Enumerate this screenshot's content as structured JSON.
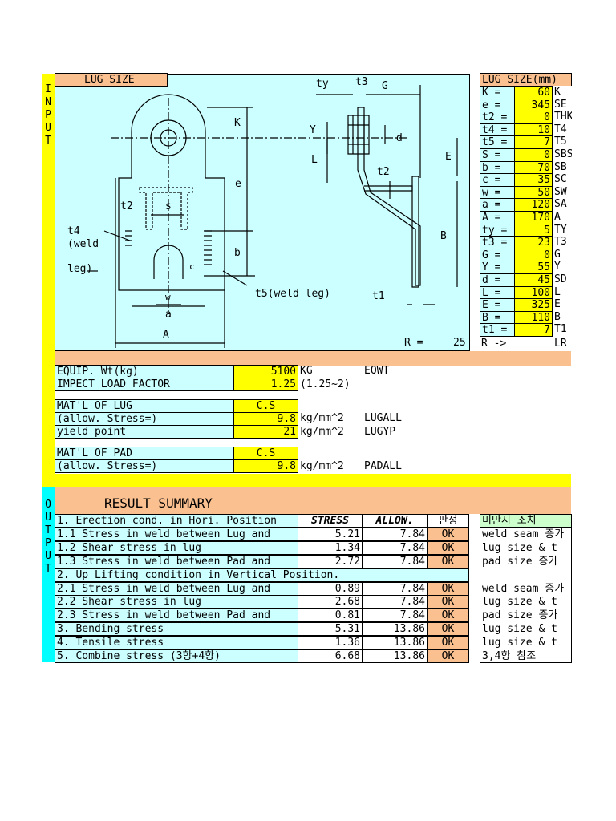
{
  "input_label": "INPUT",
  "output_label": "OUTPUT",
  "lug_size_title": "LUG SIZE",
  "lug_size_mm_title": "LUG SIZE(mm)",
  "diagram": {
    "ty": "ty",
    "t3": "t3",
    "G": "G",
    "K": "K",
    "Y": "Y",
    "d": "d",
    "L": "L",
    "E": "E",
    "t2_side": "t2",
    "e": "e",
    "t2": "t2",
    "s": "s",
    "t4": "t4",
    "weld": "(weld",
    "leg": "leg)",
    "c": "c",
    "b": "b",
    "B": "B",
    "t5": "t5(weld leg)",
    "t1": "t1",
    "w": "w",
    "a": "a",
    "A": "A"
  },
  "r_label": "R =",
  "r_value": "25",
  "lug_params": [
    {
      "k": "K",
      "v": "60",
      "code": "K"
    },
    {
      "k": "e",
      "v": "345",
      "code": "SE"
    },
    {
      "k": "t2",
      "v": "0",
      "code": "THK"
    },
    {
      "k": "t4",
      "v": "10",
      "code": "T4"
    },
    {
      "k": "t5",
      "v": "7",
      "code": "T5"
    },
    {
      "k": "S",
      "v": "0",
      "code": "SBS"
    },
    {
      "k": "b",
      "v": "70",
      "code": "SB"
    },
    {
      "k": "c",
      "v": "35",
      "code": "SC"
    },
    {
      "k": "w",
      "v": "50",
      "code": "SW"
    },
    {
      "k": "a",
      "v": "120",
      "code": "SA"
    },
    {
      "k": "A",
      "v": "170",
      "code": "A"
    },
    {
      "k": "ty",
      "v": "5",
      "code": "TY"
    },
    {
      "k": "t3",
      "v": "23",
      "code": "T3"
    },
    {
      "k": "G",
      "v": "0",
      "code": "G"
    },
    {
      "k": "Y",
      "v": "55",
      "code": "Y"
    },
    {
      "k": "d",
      "v": "45",
      "code": "SD"
    },
    {
      "k": "L",
      "v": "100",
      "code": "L"
    },
    {
      "k": "E",
      "v": "325",
      "code": "E"
    },
    {
      "k": "B",
      "v": "110",
      "code": "B"
    },
    {
      "k": "t1",
      "v": "7",
      "code": "T1"
    }
  ],
  "r_arrow": {
    "k": "R",
    "arrow": "->",
    "code": "LR"
  },
  "inputs": {
    "equip_label": "EQUIP. Wt(kg)",
    "equip_value": "5100",
    "equip_unit": "KG",
    "equip_code": "EQWT",
    "impact_label": "IMPECT LOAD FACTOR",
    "impact_value": "1.25",
    "impact_note": "(1.25~2)",
    "lug_mat_label": "MAT'L OF LUG",
    "lug_mat_value": "C.S",
    "lug_allow_label": "(allow. Stress=)",
    "lug_allow_value": "9.8",
    "lug_allow_unit": "kg/mm^2",
    "lug_allow_code": "LUGALL",
    "yield_label": "yield point",
    "yield_value": "21",
    "yield_unit": "kg/mm^2",
    "yield_code": "LUGYP",
    "pad_mat_label": "MAT'L OF PAD",
    "pad_mat_value": "C.S",
    "pad_allow_label": "(allow. Stress=)",
    "pad_allow_value": "9.8",
    "pad_allow_unit": "kg/mm^2",
    "pad_allow_code": "PADALL"
  },
  "result_title": "RESULT  SUMMARY",
  "result_headers": {
    "stress": "STRESS",
    "allow": "ALLOW.",
    "judge": "판정"
  },
  "side_header": "미만시 조치",
  "results": [
    {
      "label": "1. Erection cond. in Hori. Position",
      "stress": "",
      "allow": "",
      "ok": "",
      "note": ""
    },
    {
      "label": "1.1 Stress in weld between Lug and",
      "stress": "5.21",
      "allow": "7.84",
      "ok": "OK",
      "note": "weld seam 증가"
    },
    {
      "label": "1.2 Shear stress in lug",
      "stress": "1.34",
      "allow": "7.84",
      "ok": "OK",
      "note": "lug size & t"
    },
    {
      "label": "1.3 Stress in weld between Pad and",
      "stress": "2.72",
      "allow": "7.84",
      "ok": "OK",
      "note": "pad size 증가"
    },
    {
      "label": "2. Up Lifting condition in Vertical Position.",
      "stress": "",
      "allow": "",
      "ok": "",
      "note": ""
    },
    {
      "label": "2.1 Stress in weld between Lug and",
      "stress": "0.89",
      "allow": "7.84",
      "ok": "OK",
      "note": "weld seam 증가"
    },
    {
      "label": "2.2 Shear stress in lug",
      "stress": "2.68",
      "allow": "7.84",
      "ok": "OK",
      "note": "lug size & t"
    },
    {
      "label": "2.3 Stress in weld between Pad and",
      "stress": "0.81",
      "allow": "7.84",
      "ok": "OK",
      "note": "pad size 증가"
    },
    {
      "label": "3. Bending stress",
      "stress": "5.31",
      "allow": "13.86",
      "ok": "OK",
      "note": "lug size & t"
    },
    {
      "label": "4. Tensile stress",
      "stress": "1.36",
      "allow": "13.86",
      "ok": "OK",
      "note": "lug size & t"
    },
    {
      "label": "5. Combine stress (3항+4항)",
      "stress": "6.68",
      "allow": "13.86",
      "ok": "OK",
      "note": "3,4항 참조"
    }
  ],
  "colors": {
    "yellow": "#ffff00",
    "cyan": "#ccffff",
    "orange": "#fac090",
    "green": "#ccffcc",
    "output_bar": "#00ffff"
  }
}
